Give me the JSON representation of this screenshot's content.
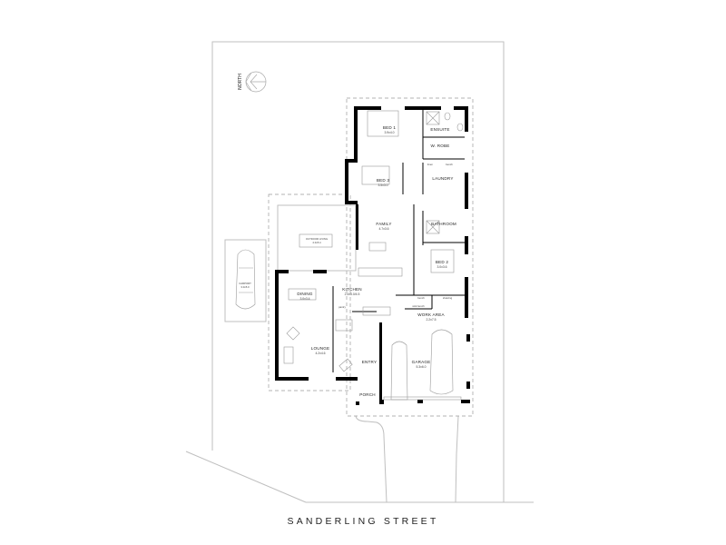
{
  "street": {
    "name": "SANDERLING STREET"
  },
  "north_arrow": {
    "label": "NORTH"
  },
  "rooms": {
    "bed1": {
      "name": "BED 1",
      "dim": "3.9x4.0"
    },
    "ensuite": {
      "name": "ENSUITE"
    },
    "wir": {
      "name": "W. ROBE"
    },
    "bed3": {
      "name": "BED 3",
      "dim": "3.5x3.0"
    },
    "laundry": {
      "name": "LAUNDRY"
    },
    "family": {
      "name": "FAMILY",
      "dim": "4.7x3.6"
    },
    "bathroom": {
      "name": "BATHROOM"
    },
    "outdoor": {
      "name": "OUTDOOR LIVING",
      "dim": "4.0x5.4"
    },
    "bed2": {
      "name": "BED 2",
      "dim": "3.0x3.6"
    },
    "carport": {
      "name": "CARPORT",
      "dim": "3.0x5.0"
    },
    "dining": {
      "name": "DINING",
      "dim": "3.0x3.4"
    },
    "kitchen": {
      "name": "KITCHEN",
      "dim": "2.4x3.0/4.5"
    },
    "lounge": {
      "name": "LOUNGE",
      "dim": "4.2x4.6"
    },
    "entry": {
      "name": "ENTRY"
    },
    "work": {
      "name": "WORK AREA",
      "dim": "2.2x7.5"
    },
    "garage": {
      "name": "GARAGE",
      "dim": "5.3x6.0"
    },
    "porch": {
      "name": "PORCH"
    }
  },
  "fixtures": {
    "linen": "linen",
    "bench": "bench",
    "shelving": "shelving",
    "wm": "wm",
    "pantry": "pantry",
    "sink_bench": "sink bench",
    "wc": "wc"
  },
  "colors": {
    "wall": "#000000",
    "line": "#bfbfbf",
    "text": "#222222"
  }
}
